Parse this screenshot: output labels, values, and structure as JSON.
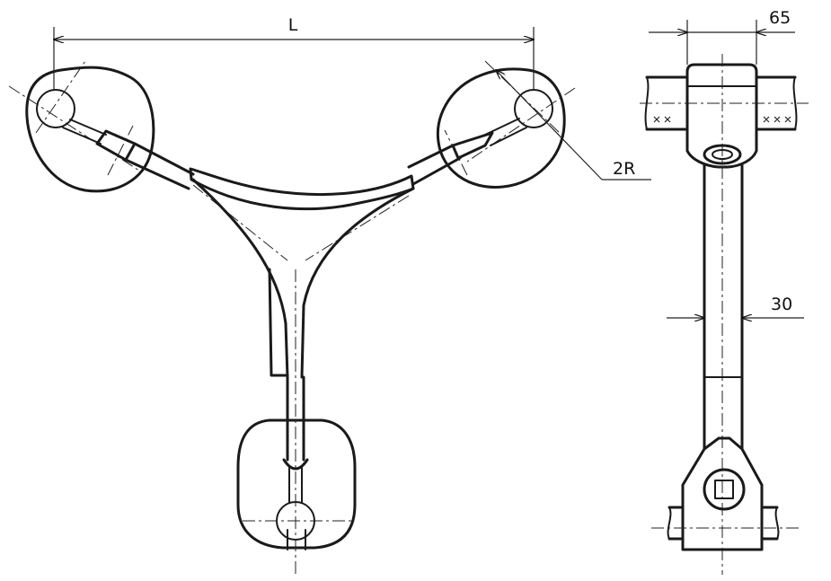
{
  "dimensions": {
    "length_label": "L",
    "radius_label": "2R",
    "width_top_label": "65",
    "width_arm_label": "30"
  },
  "colors": {
    "line": "#1a1a1a",
    "background": "#ffffff"
  }
}
